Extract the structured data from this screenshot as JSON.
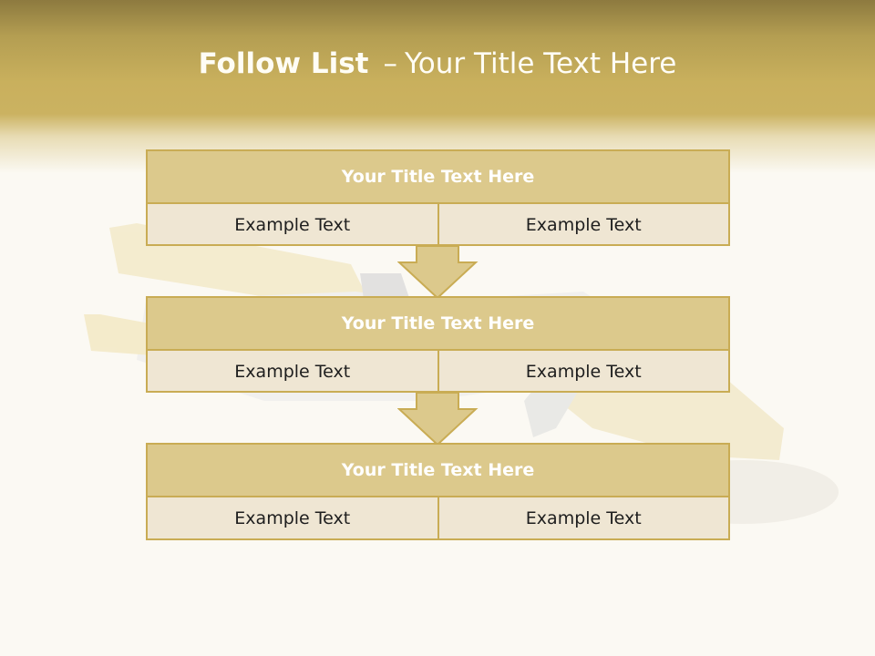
{
  "slide": {
    "title_bold": "Follow List",
    "title_sep": "–",
    "title_rest": "Your Title Text Here"
  },
  "blocks": [
    {
      "title": "Your Title Text Here",
      "left": "Example Text",
      "right": "Example Text"
    },
    {
      "title": "Your Title Text Here",
      "left": "Example Text",
      "right": "Example Text"
    },
    {
      "title": "Your Title Text Here",
      "left": "Example Text",
      "right": "Example Text"
    }
  ],
  "colors": {
    "header_gold": "#c9b05d",
    "block_head": "#dcc98c",
    "block_body": "#efe6d3",
    "border": "#c9ac54",
    "arrow": "#dcc98c"
  }
}
